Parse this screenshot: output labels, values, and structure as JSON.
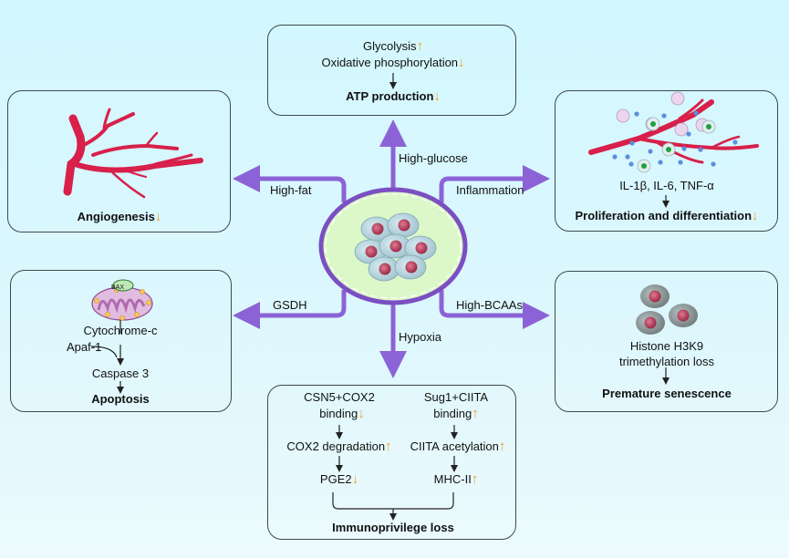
{
  "colors": {
    "arrow": "#8c63d6",
    "up_down_arrow": "#f0a020",
    "vessel": "#d8204a",
    "hub_fill": "#dcf7c8"
  },
  "hub": {
    "pathways": [
      "High-glucose",
      "High-fat",
      "Inflammation",
      "GSDH",
      "High-BCAAs",
      "Hypoxia"
    ]
  },
  "boxes": {
    "metabolism": {
      "lines": [
        {
          "text": "Glycolysis",
          "trend": "up"
        },
        {
          "text": "Oxidative phosphorylation",
          "trend": "down"
        }
      ],
      "outcome": "ATP production",
      "outcome_trend": "down"
    },
    "angiogenesis": {
      "outcome": "Angiogenesis",
      "outcome_trend": "down",
      "icon": "blood-vessel-icon"
    },
    "inflammation": {
      "cytokines": "IL-1β, IL-6, TNF-α",
      "outcome": "Proliferation and differentiation",
      "outcome_trend": "down",
      "icon": "inflamed-vessel-icon"
    },
    "apoptosis": {
      "bax_label": "BAX",
      "cytochrome": "Cytochrome-c",
      "apaf": "Apaf-1",
      "caspase": "Caspase 3",
      "outcome": "Apoptosis",
      "icon": "mitochondrion-icon"
    },
    "senescence": {
      "line1": "Histone H3K9",
      "line2": "trimethylation loss",
      "outcome": "Premature senescence",
      "icon": "cells-icon"
    },
    "immuno": {
      "left": [
        {
          "text": "CSN5+COX2",
          "trend": null
        },
        {
          "text": "binding",
          "trend": "down"
        },
        {
          "text": "COX2 degradation",
          "trend": "up"
        },
        {
          "text": "PGE2",
          "trend": "down"
        }
      ],
      "right": [
        {
          "text": "Sug1+CIITA",
          "trend": null
        },
        {
          "text": "binding",
          "trend": "up"
        },
        {
          "text": "CIITA acetylation",
          "trend": "up"
        },
        {
          "text": "MHC-II",
          "trend": "up"
        }
      ],
      "outcome": "Immunoprivilege loss"
    }
  },
  "symbols": {
    "up": "↑",
    "down": "↓"
  }
}
